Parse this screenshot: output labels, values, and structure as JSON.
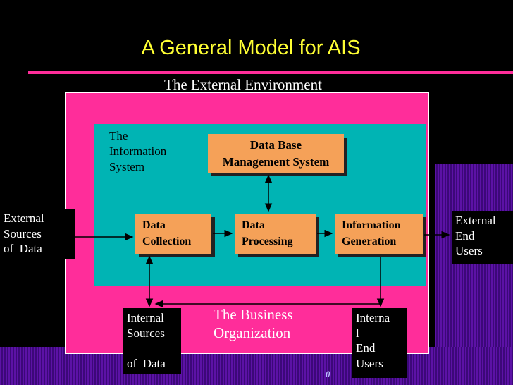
{
  "slide": {
    "title": "A General Model for AIS",
    "page_number": "0"
  },
  "regions": {
    "external_environment_label": "The External Environment",
    "information_system_label": "The\nInformation\nSystem",
    "business_organization_label": "The Business\nOrganization"
  },
  "process_boxes": {
    "dbms": "Data Base\nManagement System",
    "data_collection": "Data\nCollection",
    "data_processing": "Data\nProcessing",
    "information_generation": "Information\nGeneration"
  },
  "entity_boxes": {
    "external_sources": "External\nSources\nof  Data",
    "external_end_users": "External\nEnd\nUsers",
    "internal_sources": "Internal\nSources\n\nof  Data",
    "internal_end_users": "Interna\nl\nEnd\nUsers"
  },
  "colors": {
    "title_yellow": "#FFFF33",
    "accent_pink": "#FF2D9A",
    "information_system_teal": "#00B4B4",
    "process_orange": "#F5A158",
    "background_purple": "#5C12A6",
    "background_black": "#000000"
  }
}
